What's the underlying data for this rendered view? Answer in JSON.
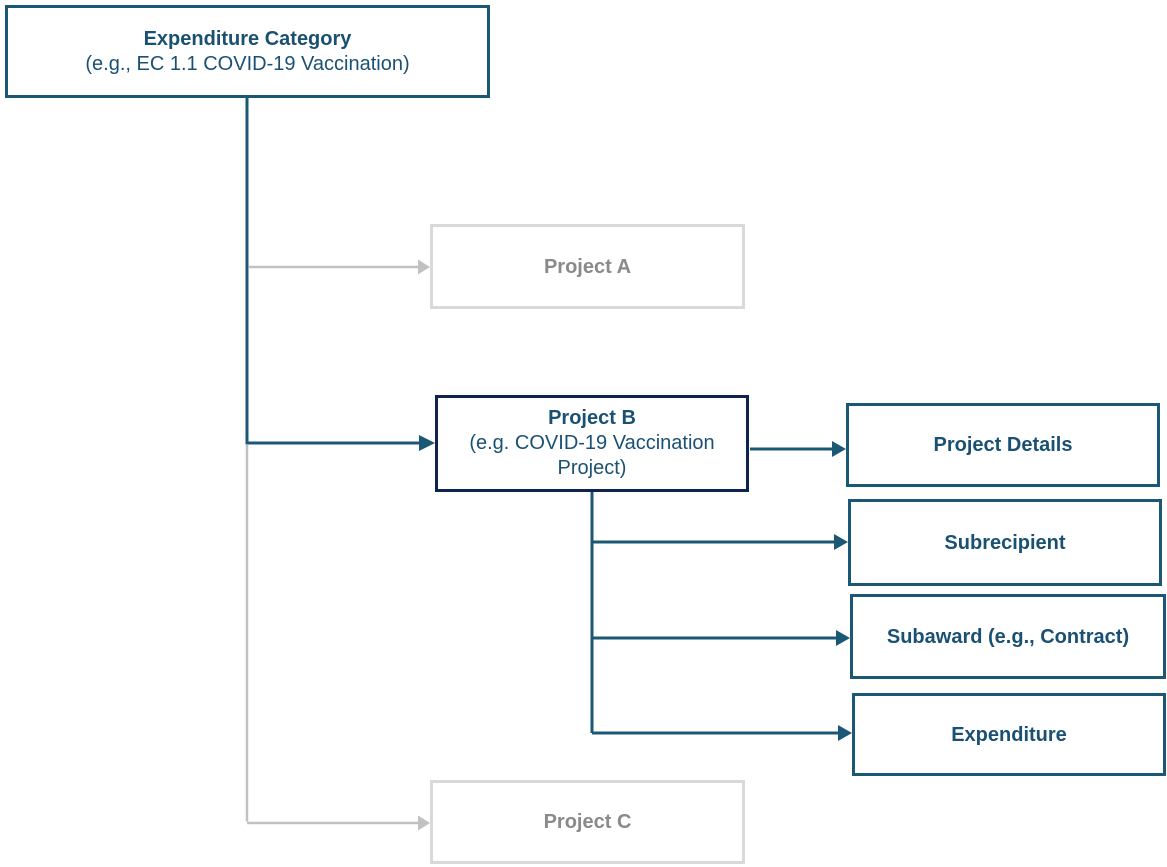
{
  "diagram": {
    "nodes": {
      "expenditure_category": {
        "title": "Expenditure Category",
        "subtitle": "(e.g., EC 1.1 COVID-19 Vaccination)",
        "emphasis": "teal"
      },
      "project_a": {
        "title": "Project A",
        "emphasis": "gray"
      },
      "project_b": {
        "title": "Project B",
        "subtitle": "(e.g. COVID-19 Vaccination Project)",
        "emphasis": "navy"
      },
      "project_c": {
        "title": "Project C",
        "emphasis": "gray"
      },
      "project_details": {
        "title": "Project Details",
        "emphasis": "teal"
      },
      "subrecipient": {
        "title": "Subrecipient",
        "emphasis": "teal"
      },
      "subaward": {
        "title": "Subaward (e.g., Contract)",
        "emphasis": "teal"
      },
      "expenditure": {
        "title": "Expenditure",
        "emphasis": "teal"
      }
    },
    "edges": [
      {
        "from": "expenditure_category",
        "to": "project_a",
        "style": "gray"
      },
      {
        "from": "expenditure_category",
        "to": "project_b",
        "style": "teal"
      },
      {
        "from": "expenditure_category",
        "to": "project_c",
        "style": "gray"
      },
      {
        "from": "project_b",
        "to": "project_details",
        "style": "teal"
      },
      {
        "from": "project_b",
        "to": "subrecipient",
        "style": "teal"
      },
      {
        "from": "project_b",
        "to": "subaward",
        "style": "teal"
      },
      {
        "from": "project_b",
        "to": "expenditure",
        "style": "teal"
      }
    ],
    "colors": {
      "teal_line": "#1B5876",
      "navy_border": "#0E2350",
      "blue_text": "#1A5173",
      "gray_border": "#D9D9D9",
      "gray_text": "#8A8A8A",
      "gray_line": "#C1C1C1"
    }
  }
}
